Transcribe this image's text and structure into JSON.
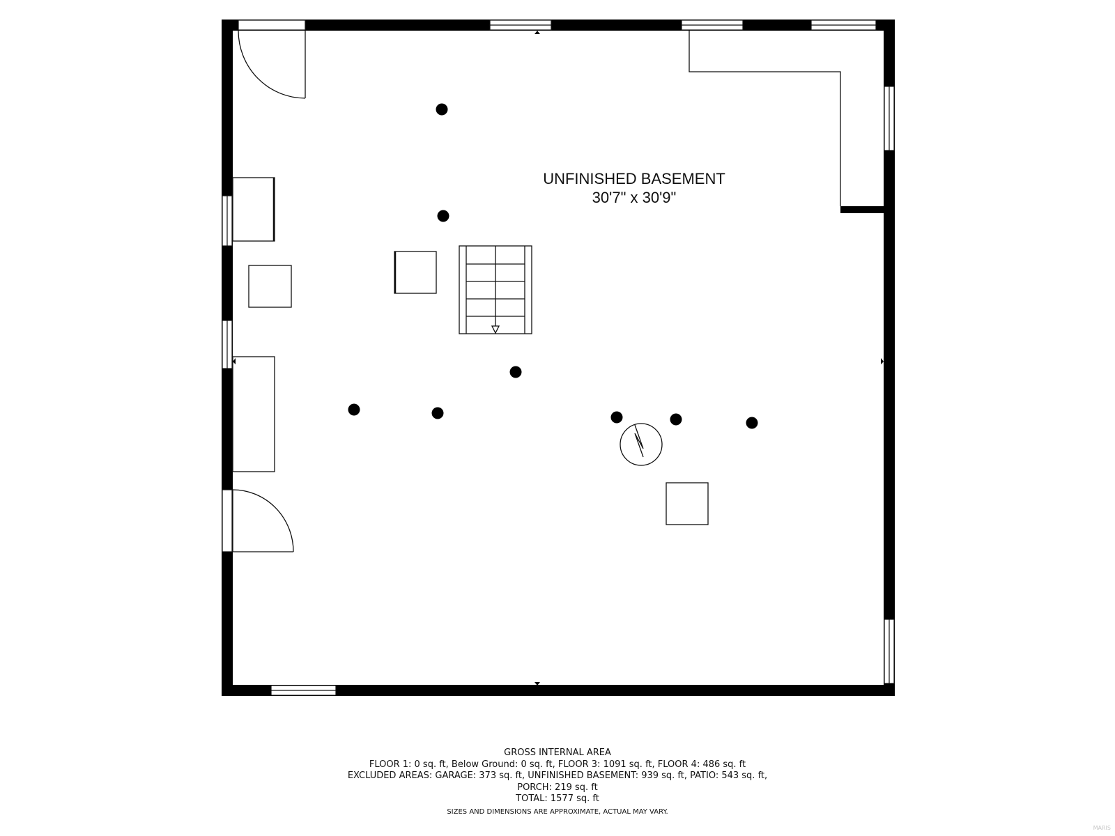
{
  "room": {
    "name": "UNFINISHED BASEMENT",
    "dimensions": "30'7\" x 30'9\""
  },
  "gross_area": {
    "title": "GROSS INTERNAL AREA",
    "line1": "FLOOR 1: 0 sq. ft, Below Ground: 0 sq. ft, FLOOR 3: 1091 sq. ft, FLOOR 4: 486 sq. ft",
    "line2": "EXCLUDED AREAS: GARAGE: 373 sq. ft, UNFINISHED BASEMENT: 939 sq. ft, PATIO: 543 sq. ft,",
    "line3": "PORCH: 219 sq. ft",
    "line4": "TOTAL: 1577 sq. ft",
    "note": "SIZES AND DIMENSIONS ARE APPROXIMATE, ACTUAL MAY VARY."
  },
  "watermark": "MARIS",
  "colors": {
    "wall": "#000000",
    "line": "#111111",
    "background": "#ffffff"
  },
  "icons": {
    "columns": "support-post-icon",
    "water_heater": "water-heater-icon",
    "stairs": "stairs-icon"
  }
}
